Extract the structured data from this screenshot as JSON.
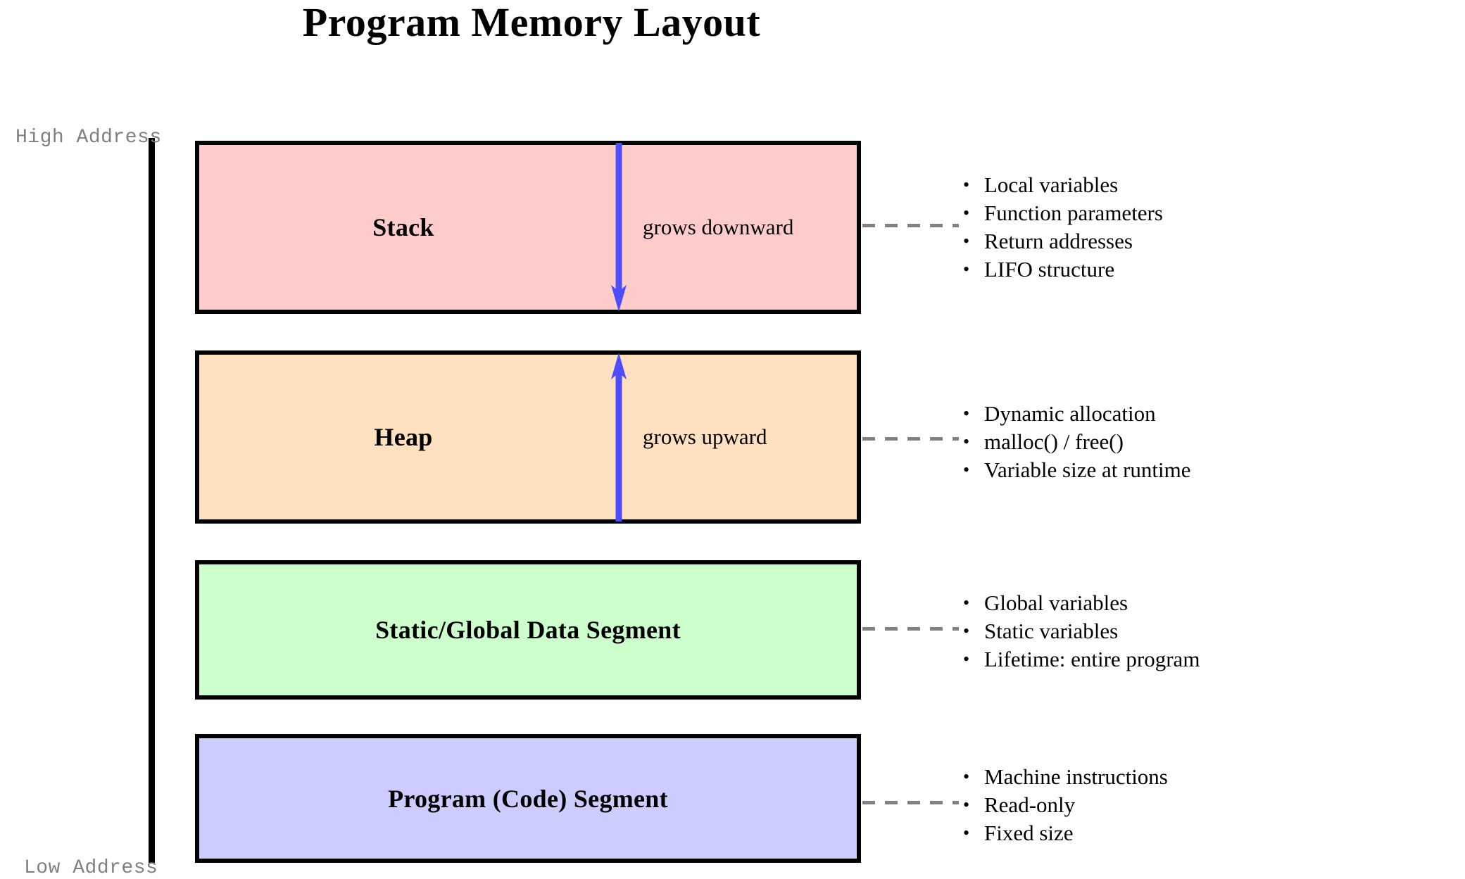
{
  "title": "Program Memory Layout",
  "axis": {
    "high_label": "High Address",
    "low_label": "Low Address",
    "axis_color": "#000000",
    "label_color": "#808080"
  },
  "colors": {
    "stack_fill": "#ffcccc",
    "heap_fill": "#ffe0c0",
    "static_fill": "#ccffcc",
    "code_fill": "#ccccff",
    "border": "#000000",
    "arrow": "#4d4dff",
    "connector": "#808080"
  },
  "segments": [
    {
      "key": "stack",
      "label": "Stack",
      "growth_note": "grows downward",
      "growth_direction": "down",
      "fill": "#ffcccc",
      "bullets": [
        "Local variables",
        "Function parameters",
        "Return addresses",
        "LIFO structure"
      ]
    },
    {
      "key": "heap",
      "label": "Heap",
      "growth_note": "grows upward",
      "growth_direction": "up",
      "fill": "#ffe0c0",
      "bullets": [
        "Dynamic allocation",
        "malloc() / free()",
        "Variable size at runtime"
      ]
    },
    {
      "key": "static",
      "label": "Static/Global Data Segment",
      "growth_note": "",
      "growth_direction": "none",
      "fill": "#ccffcc",
      "bullets": [
        "Global variables",
        "Static variables",
        "Lifetime: entire program"
      ]
    },
    {
      "key": "code",
      "label": "Program (Code) Segment",
      "growth_note": "",
      "growth_direction": "none",
      "fill": "#ccccff",
      "bullets": [
        "Machine instructions",
        "Read-only",
        "Fixed size"
      ]
    }
  ],
  "bullet_glyph": "•"
}
